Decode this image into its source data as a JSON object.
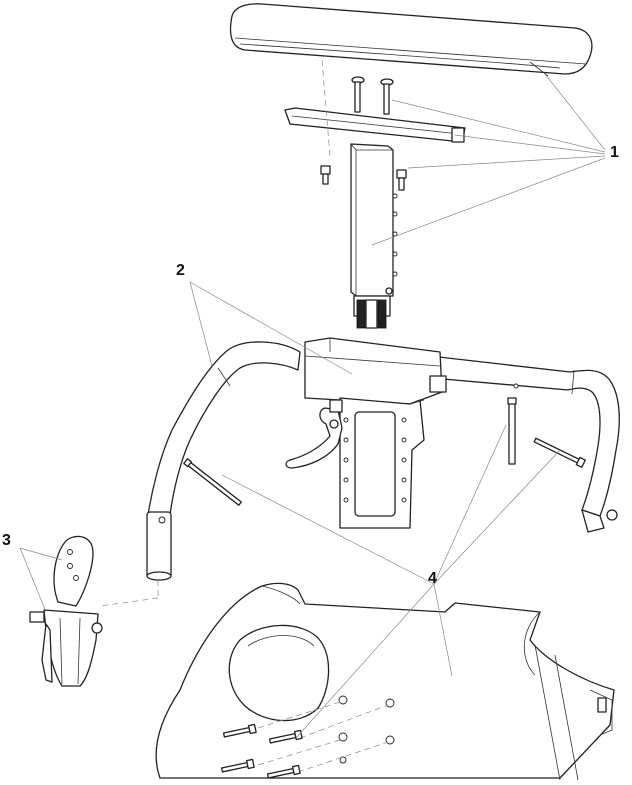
{
  "callouts": [
    {
      "id": "1",
      "label": "1"
    },
    {
      "id": "2",
      "label": "2"
    },
    {
      "id": "3",
      "label": "3"
    },
    {
      "id": "4",
      "label": "4"
    }
  ],
  "parts": [
    "armrest-pad",
    "mounting-screw",
    "mounting-bracket",
    "bracket-bolt",
    "height-adjust-column",
    "arm-frame",
    "release-lever",
    "receiver-plate",
    "frame-pin",
    "socket-clamp",
    "side-guard",
    "rivet"
  ]
}
